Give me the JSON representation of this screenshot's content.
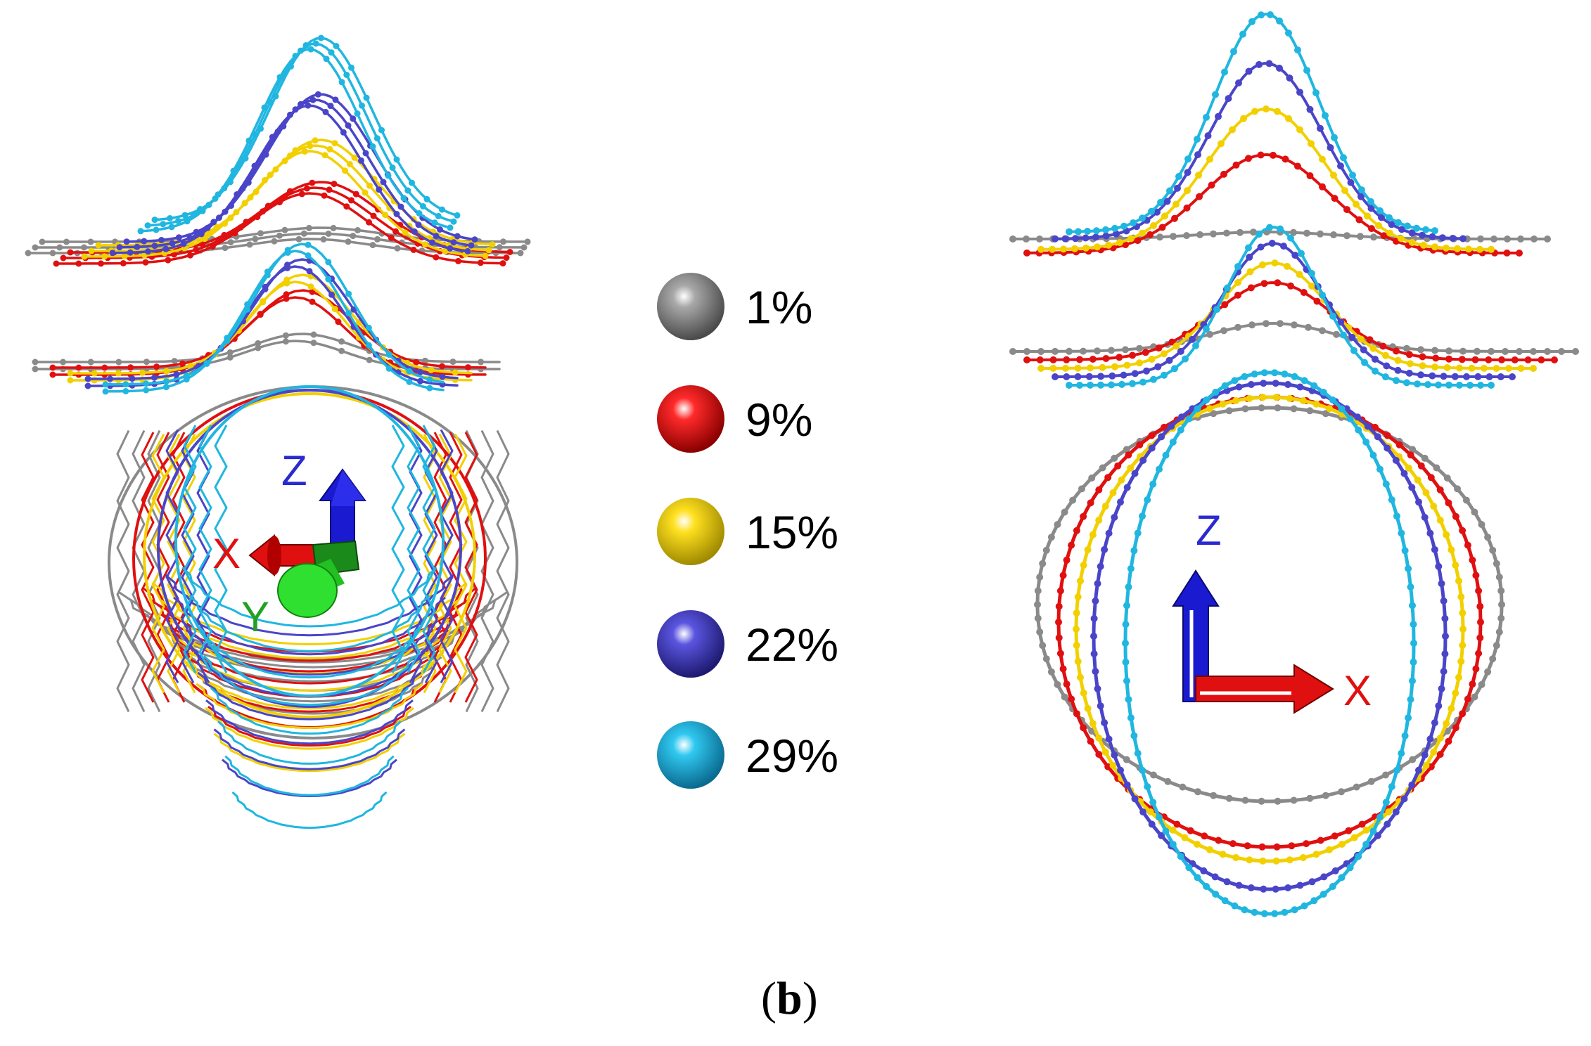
{
  "figure": {
    "panel_label_open": "(",
    "panel_label_letter": "b",
    "panel_label_close": ")"
  },
  "legend": {
    "items": [
      {
        "label": "1%",
        "color": "#8a8a8a"
      },
      {
        "label": "9%",
        "color": "#e01010"
      },
      {
        "label": "15%",
        "color": "#f2d000"
      },
      {
        "label": "22%",
        "color": "#4a45c8"
      },
      {
        "label": "29%",
        "color": "#20b6e0"
      }
    ]
  },
  "axes_3d": {
    "x_label": "X",
    "y_label": "Y",
    "z_label": "Z",
    "x_color": "#e01010",
    "y_color": "#22c022",
    "z_color": "#1a1ad0"
  },
  "axes_2d": {
    "x_label": "X",
    "z_label": "Z",
    "x_color": "#e01010",
    "z_color": "#1a1ad0"
  },
  "series_strains": [
    1,
    9,
    15,
    22,
    29
  ]
}
